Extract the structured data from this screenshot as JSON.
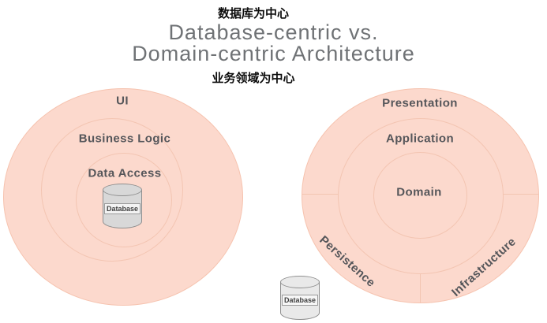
{
  "header": {
    "top_caption": "数据库为中心",
    "title_line1": "Database-centric vs.",
    "title_line2": "Domain-centric Architecture",
    "bottom_caption": "业务领域为中心"
  },
  "left_diagram": {
    "name": "database-centric",
    "rings": [
      {
        "label": "UI"
      },
      {
        "label": "Business Logic"
      },
      {
        "label": "Data Access"
      }
    ],
    "database_label": "Database"
  },
  "right_diagram": {
    "name": "domain-centric",
    "rings": [
      {
        "label": "Presentation"
      },
      {
        "label": "Application"
      },
      {
        "label": "Domain"
      }
    ],
    "segments": [
      {
        "label": "Persistence"
      },
      {
        "label": "Infrastructure"
      }
    ],
    "database_label": "Database"
  },
  "colors": {
    "circle_fill": "#fcd9cd",
    "circle_border": "#f6c3af",
    "ring_label_text": "#55565a",
    "title_text": "#6f7275",
    "caption_text": "#0c0c0c",
    "cylinder_fill_left": "#d8d8d8",
    "cylinder_fill_right": "#e9e9e9",
    "cylinder_border": "#8f8f8f"
  }
}
